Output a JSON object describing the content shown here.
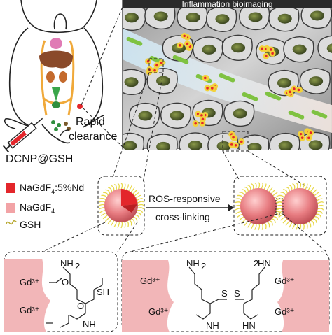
{
  "top_panel": {
    "banner_title": "Inflammation bioimaging"
  },
  "mouse_panel": {
    "rapid_label": "Rapid",
    "clearance_label": "clearance",
    "probe_label": "DCNP@GSH"
  },
  "legend": {
    "core_label": "NaGdF",
    "core_sub": "4",
    "core_suffix": ":5%Nd",
    "shell_label": "NaGdF",
    "shell_sub": "4",
    "ligand_label": "GSH"
  },
  "arrow": {
    "line1": "ROS-responsive",
    "line2": "cross-linking"
  },
  "chemistry": {
    "gd_ion": "Gd³⁺",
    "nh2": "NH",
    "nh2_sub": "2",
    "h2n_prefix": "",
    "sh": "SH",
    "nh": "NH",
    "hn": "HN",
    "o": "O",
    "s": "S"
  },
  "colors": {
    "core_red": "#e3262b",
    "shell_pink": "#f2a3a6",
    "ligand_yellow": "#e8d84a",
    "banner_bg": "#2a2a2a",
    "vessel_green": "#7fc241",
    "cell_nucleus": "#55622f"
  }
}
